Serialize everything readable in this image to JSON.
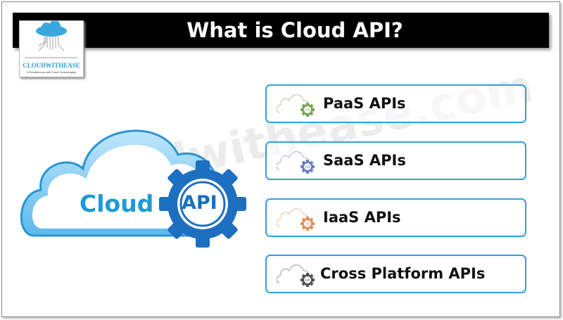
{
  "title": "What is Cloud API?",
  "logo": {
    "name": "CLOUDWITHEASE",
    "tagline": "A Rendezvous with Cloud Technologies"
  },
  "watermark": "cloudwithease.com",
  "hero": {
    "cloud_label": "Cloud",
    "gear_label": "API"
  },
  "items": [
    {
      "label": "PaaS APIs",
      "icon": "cloud-gear-icon",
      "color": "#7aa55a"
    },
    {
      "label": "SaaS APIs",
      "icon": "cloud-gear-icon",
      "color": "#6b80c8"
    },
    {
      "label": "IaaS APIs",
      "icon": "cloud-gear-icon",
      "color": "#e0925a"
    },
    {
      "label": "Cross Platform APIs",
      "icon": "cloud-gear-icon",
      "color": "#555555"
    }
  ]
}
